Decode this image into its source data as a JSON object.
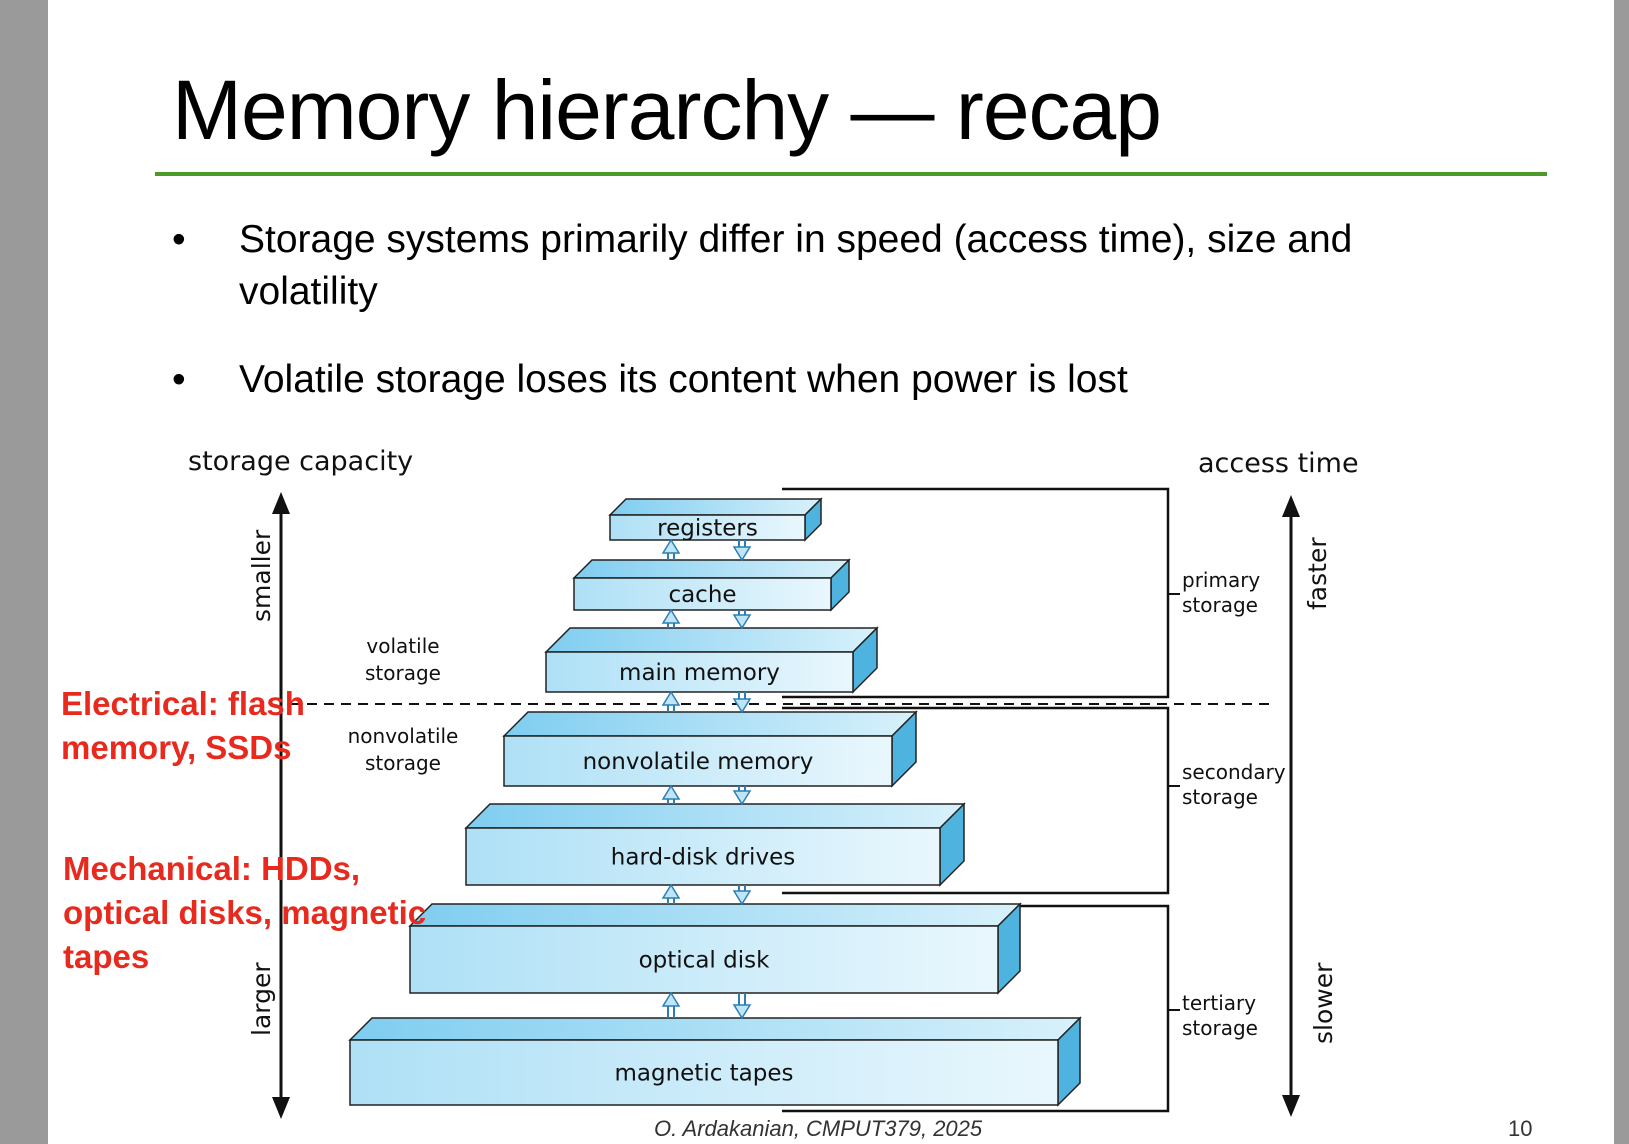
{
  "slide": {
    "title": "Memory hierarchy — recap",
    "bullets": [
      {
        "marker": "•",
        "text": "Storage systems primarily differ in speed (access time), size and volatility"
      },
      {
        "marker": "•",
        "text": "Volatile storage loses its content when power is lost"
      }
    ],
    "footer": "O. Ardakanian, CMPUT379, 2025",
    "page_number": "10",
    "colors": {
      "rule": "#4c9a2a",
      "annotation": "#e82a1e",
      "box_fill": "#bfe6f7",
      "arrow": "#4aa6d8"
    }
  },
  "diagram": {
    "left_axis": {
      "title": "storage capacity",
      "top": "smaller",
      "bottom": "larger"
    },
    "right_axis": {
      "title": "access time",
      "top": "faster",
      "bottom": "slower"
    },
    "volatile_label": [
      "volatile",
      "storage"
    ],
    "nonvolatile_label": [
      "nonvolatile",
      "storage"
    ],
    "levels": [
      "registers",
      "cache",
      "main memory",
      "nonvolatile memory",
      "hard-disk drives",
      "optical disk",
      "magnetic tapes"
    ],
    "groups": [
      [
        "primary",
        "storage"
      ],
      [
        "secondary",
        "storage"
      ],
      [
        "tertiary",
        "storage"
      ]
    ]
  },
  "annotations": {
    "electrical": "Electrical: flash\nmemory, SSDs",
    "mechanical": "Mechanical: HDDs,\noptical disks, magnetic\ntapes"
  }
}
